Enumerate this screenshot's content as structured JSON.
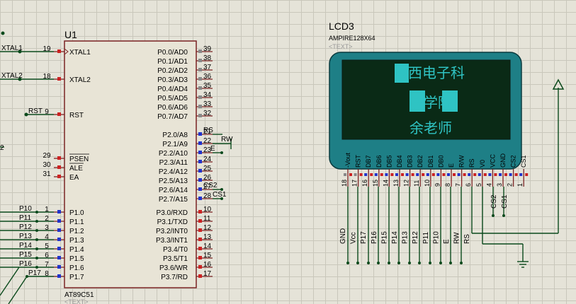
{
  "mcu": {
    "ref": "U1",
    "part": "AT89C51",
    "text_placeholder": "<TEXT>",
    "left_pins": [
      {
        "name": "XTAL1",
        "num": "19"
      },
      {
        "name": "XTAL2",
        "num": "18"
      },
      {
        "name": "RST",
        "num": "9"
      },
      {
        "name": "PSEN",
        "num": "29"
      },
      {
        "name": "ALE",
        "num": "30"
      },
      {
        "name": "EA",
        "num": "31"
      },
      {
        "name": "P1.0",
        "num": "1"
      },
      {
        "name": "P1.1",
        "num": "2"
      },
      {
        "name": "P1.2",
        "num": "3"
      },
      {
        "name": "P1.3",
        "num": "4"
      },
      {
        "name": "P1.4",
        "num": "5"
      },
      {
        "name": "P1.5",
        "num": "6"
      },
      {
        "name": "P1.6",
        "num": "7"
      },
      {
        "name": "P1.7",
        "num": "8"
      }
    ],
    "right_pins": [
      {
        "name": "P0.0/AD0",
        "num": "39"
      },
      {
        "name": "P0.1/AD1",
        "num": "38"
      },
      {
        "name": "P0.2/AD2",
        "num": "37"
      },
      {
        "name": "P0.3/AD3",
        "num": "36"
      },
      {
        "name": "P0.4/AD4",
        "num": "35"
      },
      {
        "name": "P0.5/AD5",
        "num": "34"
      },
      {
        "name": "P0.6/AD6",
        "num": "33"
      },
      {
        "name": "P0.7/AD7",
        "num": "32"
      },
      {
        "name": "P2.0/A8",
        "num": "21"
      },
      {
        "name": "P2.1/A9",
        "num": "22"
      },
      {
        "name": "P2.2/A10",
        "num": "23"
      },
      {
        "name": "P2.3/A11",
        "num": "24"
      },
      {
        "name": "P2.4/A12",
        "num": "25"
      },
      {
        "name": "P2.5/A13",
        "num": "26"
      },
      {
        "name": "P2.6/A14",
        "num": "27"
      },
      {
        "name": "P2.7/A15",
        "num": "28"
      },
      {
        "name": "P3.0/RXD",
        "num": "10"
      },
      {
        "name": "P3.1/TXD",
        "num": "11"
      },
      {
        "name": "P3.2/INT0",
        "num": "12"
      },
      {
        "name": "P3.3/INT1",
        "num": "13"
      },
      {
        "name": "P3.4/T0",
        "num": "14"
      },
      {
        "name": "P3.5/T1",
        "num": "15"
      },
      {
        "name": "P3.6/WR",
        "num": "16"
      },
      {
        "name": "P3.7/RD",
        "num": "17"
      }
    ]
  },
  "net_labels": {
    "xtal1": "XTAL1",
    "xtal2": "XTAL2",
    "rst": "RST",
    "p10": "P10",
    "p11": "P11",
    "p12": "P12",
    "p13": "P13",
    "p14": "P14",
    "p15": "P15",
    "p16": "P16",
    "p17": "P17",
    "rs": "RS",
    "rw": "RW",
    "e": "E",
    "cs2": "CS2",
    "cs1": "CS1",
    "edge_2": "2"
  },
  "lcd": {
    "ref": "LCD3",
    "part": "AMPIRE128X64",
    "text_placeholder": "<TEXT>",
    "line1": "陕西电子科",
    "line2": "技学院",
    "line3": "余老师",
    "pins": [
      {
        "name": "-Vout",
        "num": "18"
      },
      {
        "name": "RST",
        "num": "17"
      },
      {
        "name": "DB7",
        "num": "16"
      },
      {
        "name": "DB6",
        "num": "15"
      },
      {
        "name": "DB5",
        "num": "14"
      },
      {
        "name": "DB4",
        "num": "13"
      },
      {
        "name": "DB3",
        "num": "12"
      },
      {
        "name": "DB2",
        "num": "11"
      },
      {
        "name": "DB1",
        "num": "10"
      },
      {
        "name": "DB0",
        "num": "9"
      },
      {
        "name": "E",
        "num": "8"
      },
      {
        "name": "R/W",
        "num": "7"
      },
      {
        "name": "RS",
        "num": "6"
      },
      {
        "name": "V0",
        "num": "5"
      },
      {
        "name": "VCC",
        "num": "4"
      },
      {
        "name": "GND",
        "num": "3"
      },
      {
        "name": "CS2",
        "num": "2"
      },
      {
        "name": "CS1",
        "num": "1"
      }
    ],
    "bottom_labels": [
      "GND",
      "Vcc",
      "P17",
      "P16",
      "P15",
      "P14",
      "P13",
      "P12",
      "P11",
      "P10",
      "E",
      "RW",
      "RS"
    ]
  },
  "colors": {
    "lcd_body": "#1e7f86",
    "lcd_screen": "#0a2a16",
    "lcd_text": "#2fc3c3",
    "wire": "#0b4a1c",
    "chip_body": "#e8e4d6"
  }
}
